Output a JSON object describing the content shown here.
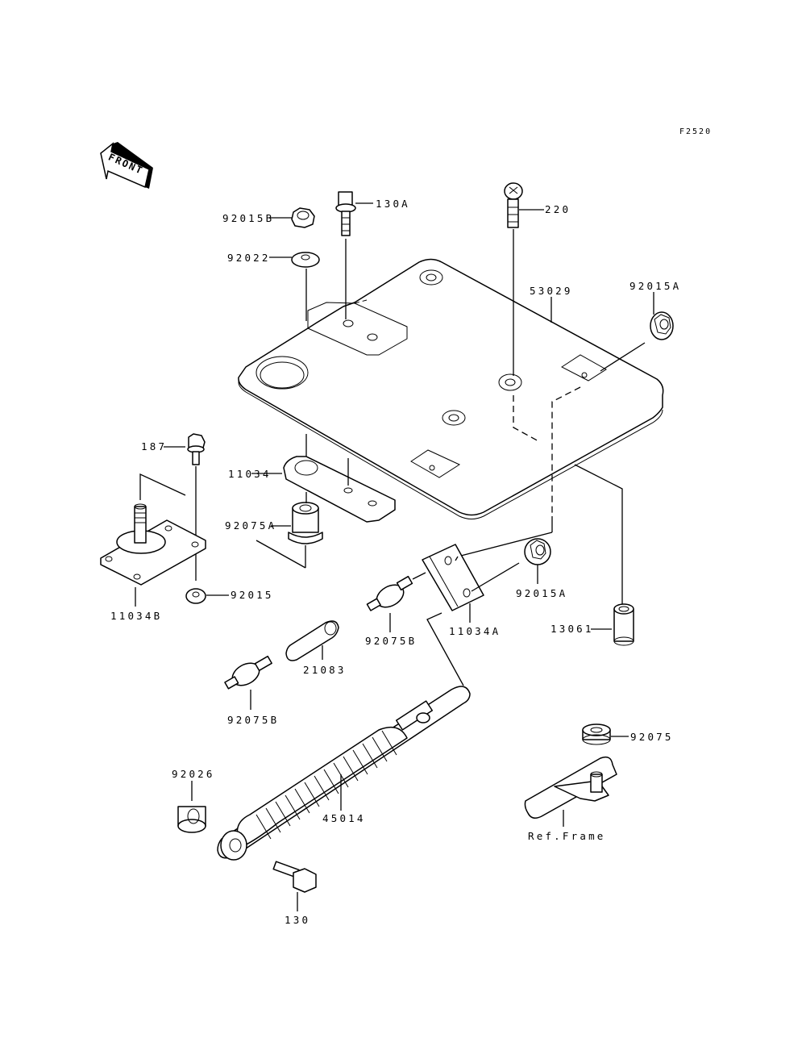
{
  "diagram": {
    "figure_code": "F2520",
    "front_indicator": "FRONT",
    "reference_label": "Ref.Frame",
    "callouts": [
      {
        "id": "92015B",
        "label": "92015B"
      },
      {
        "id": "92022",
        "label": "92022"
      },
      {
        "id": "130A",
        "label": "130A"
      },
      {
        "id": "220",
        "label": "220"
      },
      {
        "id": "53029",
        "label": "53029"
      },
      {
        "id": "92015A-top",
        "label": "92015A"
      },
      {
        "id": "187",
        "label": "187"
      },
      {
        "id": "11034",
        "label": "11034"
      },
      {
        "id": "92075A",
        "label": "92075A"
      },
      {
        "id": "11034B",
        "label": "11034B"
      },
      {
        "id": "92015",
        "label": "92015"
      },
      {
        "id": "92075B-upper",
        "label": "92075B"
      },
      {
        "id": "11034A",
        "label": "11034A"
      },
      {
        "id": "92015A-lower",
        "label": "92015A"
      },
      {
        "id": "13061",
        "label": "13061"
      },
      {
        "id": "21083",
        "label": "21083"
      },
      {
        "id": "92075B-lower",
        "label": "92075B"
      },
      {
        "id": "92075",
        "label": "92075"
      },
      {
        "id": "92026",
        "label": "92026"
      },
      {
        "id": "45014",
        "label": "45014"
      },
      {
        "id": "130",
        "label": "130"
      }
    ]
  }
}
